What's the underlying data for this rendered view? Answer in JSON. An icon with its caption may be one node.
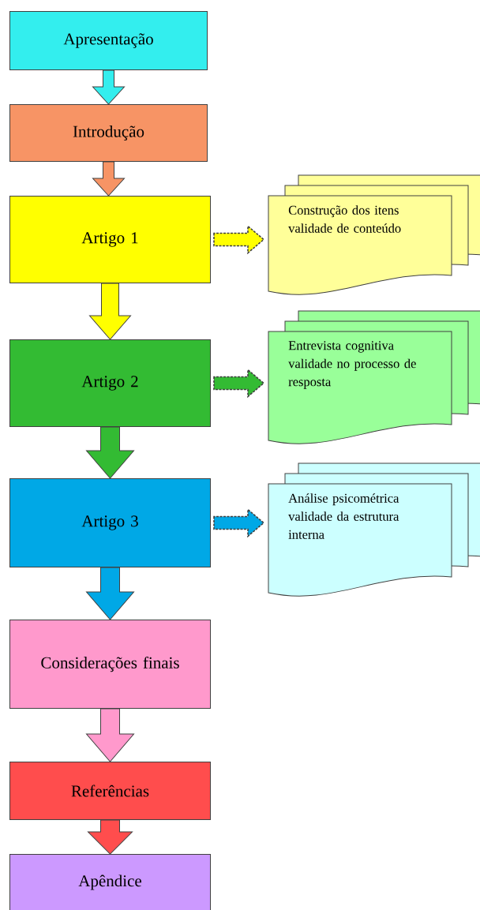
{
  "diagram": {
    "nodes": [
      {
        "text": [
          "Apresentação"
        ]
      },
      {
        "text": [
          "Introdução"
        ]
      },
      {
        "text": [
          "Artigo 1"
        ]
      },
      {
        "text": [
          "Artigo 2"
        ]
      },
      {
        "text": [
          "Artigo 3"
        ]
      },
      {
        "text": [
          "Considerações finais"
        ]
      },
      {
        "text": [
          "Referências"
        ]
      },
      {
        "text": [
          "Apêndice"
        ]
      },
      {
        "text": [
          "Construção dos itens validade de conteúdo"
        ]
      },
      {
        "text": [
          "Entrevista cognitiva validade no processo de resposta"
        ]
      },
      {
        "text": [
          "Análise psicométrica validade da estrutura interna"
        ]
      }
    ],
    "edges": [
      {
        "from": 0,
        "to": 1,
        "arrow": "to",
        "color": "#33eeee"
      },
      {
        "from": 1,
        "to": 2,
        "arrow": "to",
        "color": "#f79465"
      },
      {
        "from": 2,
        "to": 3,
        "arrow": "to",
        "color": "#ffff00"
      },
      {
        "from": 3,
        "to": 4,
        "arrow": "to",
        "color": "#33bb33"
      },
      {
        "from": 4,
        "to": 5,
        "arrow": "to",
        "color": "#00a8e6"
      },
      {
        "from": 5,
        "to": 6,
        "arrow": "to",
        "color": "#ff99cc"
      },
      {
        "from": 6,
        "to": 7,
        "arrow": "to",
        "color": "#ff4d4d"
      },
      {
        "from": 2,
        "to": 8,
        "arrow": "to",
        "style": "dashed",
        "color": "#ffff00"
      },
      {
        "from": 3,
        "to": 9,
        "arrow": "to",
        "style": "dashed",
        "color": "#33bb33"
      },
      {
        "from": 4,
        "to": 10,
        "arrow": "to",
        "style": "dashed",
        "color": "#00a8e6"
      }
    ]
  }
}
